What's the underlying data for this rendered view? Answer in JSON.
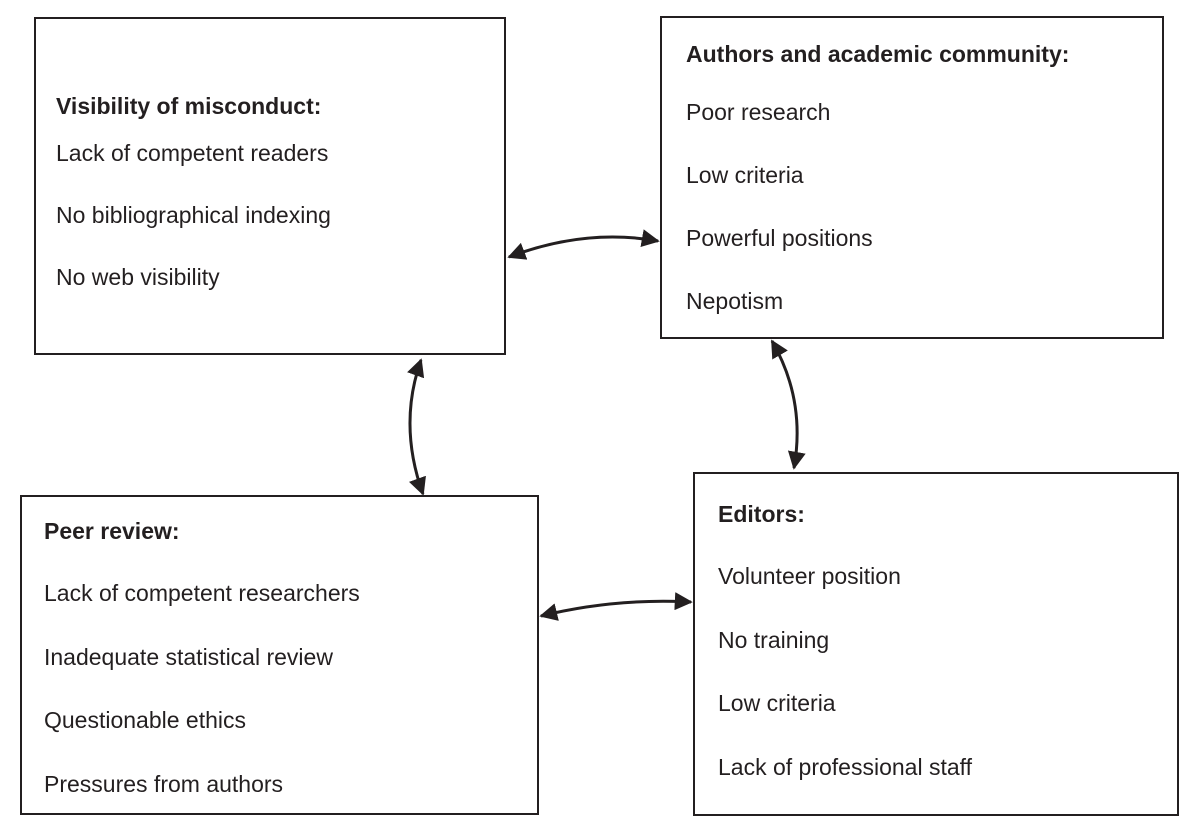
{
  "diagram": {
    "boxes": [
      {
        "id": "visibility",
        "title": "Visibility of misconduct:",
        "items": [
          "Lack of competent readers",
          "No bibliographical indexing",
          "No web visibility"
        ]
      },
      {
        "id": "authors",
        "title": "Authors and academic community:",
        "items": [
          "Poor research",
          "Low criteria",
          "Powerful positions",
          "Nepotism"
        ]
      },
      {
        "id": "peer",
        "title": "Peer review:",
        "items": [
          "Lack of competent researchers",
          "Inadequate statistical review",
          "Questionable ethics",
          "Pressures from authors"
        ]
      },
      {
        "id": "editors",
        "title": "Editors:",
        "items": [
          "Volunteer position",
          "No training",
          "Low criteria",
          "Lack of professional staff"
        ]
      }
    ],
    "connections": [
      {
        "from": "visibility",
        "to": "authors",
        "direction": "bidirectional"
      },
      {
        "from": "visibility",
        "to": "peer",
        "direction": "bidirectional"
      },
      {
        "from": "authors",
        "to": "editors",
        "direction": "bidirectional"
      },
      {
        "from": "peer",
        "to": "editors",
        "direction": "bidirectional"
      }
    ],
    "colors": {
      "stroke": "#231f20",
      "background": "#ffffff",
      "text": "#231f20"
    }
  }
}
